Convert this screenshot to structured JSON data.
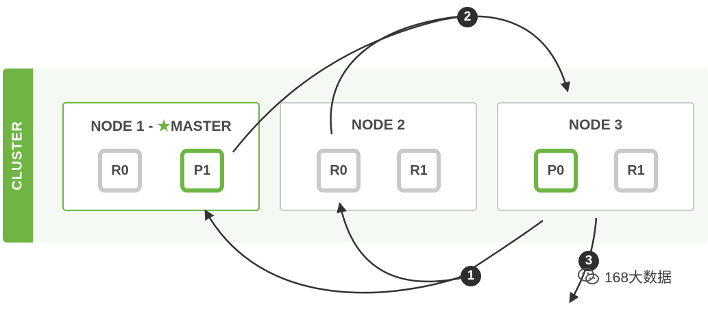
{
  "cluster": {
    "label": "CLUSTER"
  },
  "nodes": [
    {
      "id": "node1",
      "title": "NODE 1 - ",
      "master_label": "MASTER",
      "shards": [
        {
          "label": "R0",
          "primary": false
        },
        {
          "label": "P1",
          "primary": true
        }
      ]
    },
    {
      "id": "node2",
      "title": "NODE 2",
      "shards": [
        {
          "label": "R0",
          "primary": false
        },
        {
          "label": "R1",
          "primary": false
        }
      ]
    },
    {
      "id": "node3",
      "title": "NODE 3",
      "shards": [
        {
          "label": "P0",
          "primary": true
        },
        {
          "label": "R1",
          "primary": false
        }
      ]
    }
  ],
  "steps": [
    "1",
    "2",
    "3"
  ],
  "watermark": {
    "text": "168大数据"
  },
  "colors": {
    "accent": "#6fb544",
    "cluster_bg": "#f5f9f3",
    "replica_border": "#c9c9c9",
    "arrow": "#333333"
  },
  "icons": {
    "master": "star-icon",
    "watermark": "wechat-icon"
  }
}
